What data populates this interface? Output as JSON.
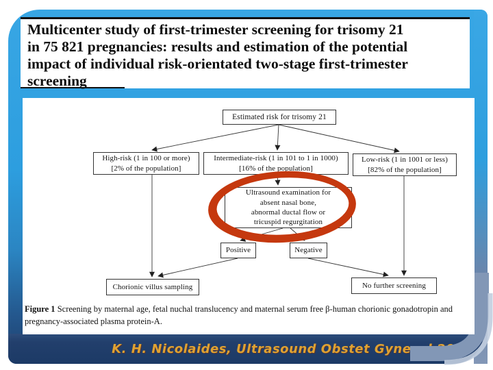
{
  "slide": {
    "title_lines": [
      "Multicenter study of first-trimester screening for trisomy 21",
      "in 75 821 pregnancies: results and estimation of the potential",
      "impact of individual risk-orientated two-stage first-trimester",
      "screening"
    ],
    "attribution": "K. H. Nicolaides, Ultrasound Obstet Gynecol 2005"
  },
  "figure": {
    "caption_label": "Figure 1",
    "caption_text": " Screening by maternal age, fetal nuchal translucency and maternal serum free β-human chorionic gonadotropin and pregnancy-associated plasma protein-A.",
    "flowchart": {
      "root": "Estimated risk for trisomy 21",
      "high_risk": {
        "line1": "High-risk (1 in 100 or more)",
        "line2": "[2% of the population]"
      },
      "intermediate_risk": {
        "line1": "Intermediate-risk (1 in 101 to 1 in 1000)",
        "line2": "[16% of the population]"
      },
      "low_risk": {
        "line1": "Low-risk (1 in 1001 or less)",
        "line2": "[82% of the population]"
      },
      "ultrasound": {
        "line1": "Ultrasound examination for",
        "line2": "absent nasal bone,",
        "line3": "abnormal ductal flow or",
        "line4": "tricuspid regurgitation"
      },
      "positive": "Positive",
      "negative": "Negative",
      "cvs": "Chorionic villus sampling",
      "no_further": "No further screening"
    }
  },
  "colors": {
    "frame_blue": "#2d9edf",
    "frame_navy": "#1d3c69",
    "swoosh_gray_blue": "#8297b6",
    "swoosh_highlight": "#c2cedf",
    "attribution_orange": "#dfa232",
    "highlight_ellipse_red": "#c5380e"
  }
}
